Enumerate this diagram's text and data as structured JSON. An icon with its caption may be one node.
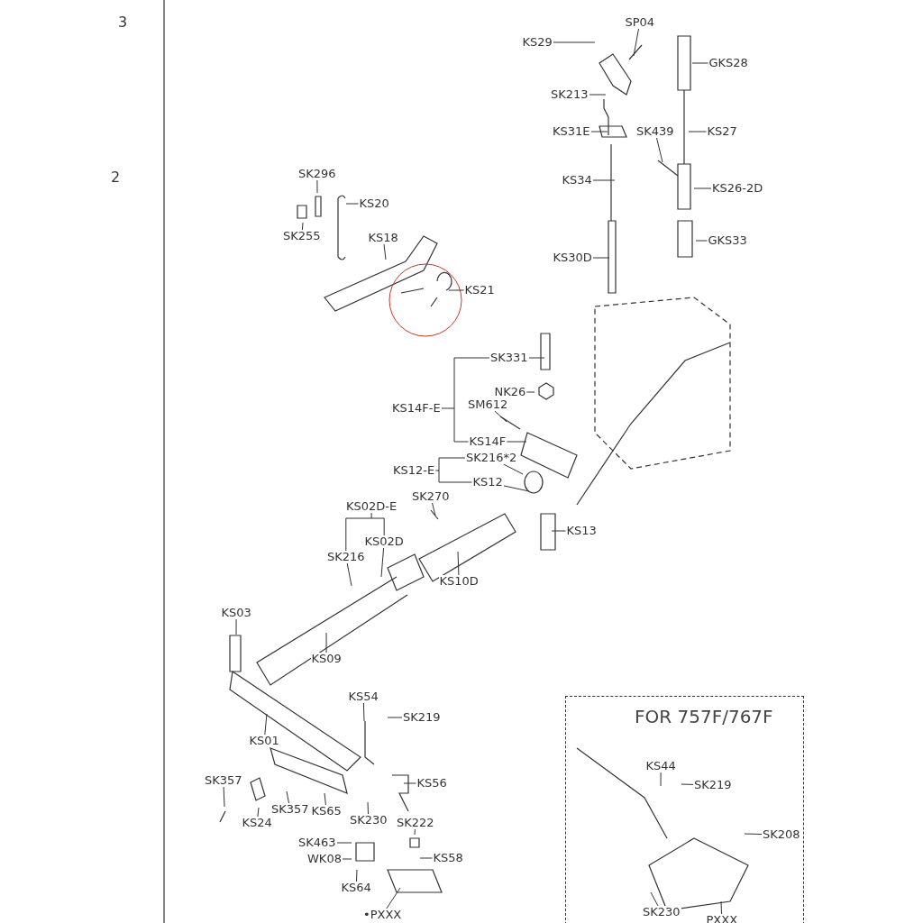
{
  "diagram": {
    "nodes": [
      {
        "text": [
          "SP04"
        ]
      },
      {
        "text": [
          "KS29"
        ]
      },
      {
        "text": [
          "GKS28"
        ]
      },
      {
        "text": [
          "SK213"
        ]
      },
      {
        "text": [
          "KS31E"
        ]
      },
      {
        "text": [
          "SK439"
        ]
      },
      {
        "text": [
          "KS27"
        ]
      },
      {
        "text": [
          "KS34"
        ]
      },
      {
        "text": [
          "KS26-2D"
        ]
      },
      {
        "text": [
          "SK296"
        ]
      },
      {
        "text": [
          "KS20"
        ]
      },
      {
        "text": [
          "SK255"
        ]
      },
      {
        "text": [
          "KS18"
        ]
      },
      {
        "text": [
          "GKS33"
        ]
      },
      {
        "text": [
          "KS30D"
        ]
      },
      {
        "text": [
          "KS21"
        ]
      },
      {
        "text": [
          "SK331"
        ]
      },
      {
        "text": [
          "KS14F-E"
        ]
      },
      {
        "text": [
          "NK26"
        ]
      },
      {
        "text": [
          "SM612"
        ]
      },
      {
        "text": [
          "KS14F"
        ]
      },
      {
        "text": [
          "SK216*2"
        ]
      },
      {
        "text": [
          "KS12-E"
        ]
      },
      {
        "text": [
          "KS12"
        ]
      },
      {
        "text": [
          "SK270"
        ]
      },
      {
        "text": [
          "KS02D-E"
        ]
      },
      {
        "text": [
          "SK216"
        ]
      },
      {
        "text": [
          "KS02D"
        ]
      },
      {
        "text": [
          "KS13"
        ]
      },
      {
        "text": [
          "KS10D"
        ]
      },
      {
        "text": [
          "KS03"
        ]
      },
      {
        "text": [
          "KS09"
        ]
      },
      {
        "text": [
          "KS54"
        ]
      },
      {
        "text": [
          "SK219"
        ]
      },
      {
        "text": [
          "KS01"
        ]
      },
      {
        "text": [
          "SK357"
        ]
      },
      {
        "text": [
          "KS56"
        ]
      },
      {
        "text": [
          "SK357"
        ]
      },
      {
        "text": [
          "KS65"
        ]
      },
      {
        "text": [
          "KS24"
        ]
      },
      {
        "text": [
          "SK230"
        ]
      },
      {
        "text": [
          "SK222"
        ]
      },
      {
        "text": [
          "SK463"
        ]
      },
      {
        "text": [
          "KS58"
        ]
      },
      {
        "text": [
          "WK08"
        ]
      },
      {
        "text": [
          "KS64"
        ]
      },
      {
        "text": [
          "•PXXX"
        ]
      },
      {
        "text": [
          "FOR 757F/767F"
        ]
      },
      {
        "text": [
          "KS44"
        ],
        "in": 47
      },
      {
        "text": [
          "SK219"
        ],
        "in": 47
      },
      {
        "text": [
          "SK208"
        ],
        "in": 47
      },
      {
        "text": [
          "SK230"
        ],
        "in": 47
      },
      {
        "text": [
          "PXXX"
        ],
        "in": 47
      }
    ],
    "edges": [
      {
        "from": 0,
        "to": null,
        "arrow": "none"
      },
      {
        "from": 1,
        "to": null,
        "arrow": "none"
      },
      {
        "from": 2,
        "to": null,
        "arrow": "none"
      },
      {
        "from": 3,
        "to": null,
        "arrow": "none"
      },
      {
        "from": 4,
        "to": null,
        "arrow": "none"
      },
      {
        "from": 5,
        "to": null,
        "arrow": "none"
      },
      {
        "from": 6,
        "to": null,
        "arrow": "none"
      },
      {
        "from": 7,
        "to": null,
        "arrow": "none"
      },
      {
        "from": 8,
        "to": null,
        "arrow": "none"
      },
      {
        "from": 9,
        "to": null,
        "arrow": "none"
      },
      {
        "from": 10,
        "to": null,
        "arrow": "none"
      },
      {
        "from": 11,
        "to": null,
        "arrow": "none"
      },
      {
        "from": 12,
        "to": null,
        "arrow": "none"
      },
      {
        "from": 13,
        "to": null,
        "arrow": "none"
      },
      {
        "from": 14,
        "to": null,
        "arrow": "none"
      },
      {
        "from": 15,
        "to": null,
        "arrow": "none"
      },
      {
        "from": 16,
        "to": null,
        "arrow": "none"
      },
      {
        "from": 18,
        "to": null,
        "arrow": "none"
      },
      {
        "from": 19,
        "to": null,
        "arrow": "none"
      },
      {
        "from": 20,
        "to": null,
        "arrow": "none"
      },
      {
        "from": 21,
        "to": null,
        "arrow": "none"
      },
      {
        "from": 23,
        "to": null,
        "arrow": "none"
      },
      {
        "from": 24,
        "to": null,
        "arrow": "none"
      },
      {
        "from": 26,
        "to": null,
        "arrow": "none"
      },
      {
        "from": 27,
        "to": null,
        "arrow": "none"
      },
      {
        "from": 28,
        "to": null,
        "arrow": "none"
      },
      {
        "from": 29,
        "to": null,
        "arrow": "none"
      },
      {
        "from": 30,
        "to": null,
        "arrow": "none"
      },
      {
        "from": 31,
        "to": null,
        "arrow": "none"
      },
      {
        "from": 32,
        "to": null,
        "arrow": "none"
      },
      {
        "from": 33,
        "to": null,
        "arrow": "none"
      },
      {
        "from": 34,
        "to": null,
        "arrow": "none"
      },
      {
        "from": 35,
        "to": null,
        "arrow": "none"
      },
      {
        "from": 36,
        "to": null,
        "arrow": "none"
      },
      {
        "from": 37,
        "to": null,
        "arrow": "none"
      },
      {
        "from": 38,
        "to": null,
        "arrow": "none"
      },
      {
        "from": 39,
        "to": null,
        "arrow": "none"
      },
      {
        "from": 40,
        "to": null,
        "arrow": "none"
      },
      {
        "from": 41,
        "to": null,
        "arrow": "none"
      },
      {
        "from": 42,
        "to": null,
        "arrow": "none"
      },
      {
        "from": 43,
        "to": null,
        "arrow": "none"
      },
      {
        "from": 44,
        "to": null,
        "arrow": "none"
      },
      {
        "from": 45,
        "to": null,
        "arrow": "none"
      },
      {
        "from": 46,
        "to": null,
        "arrow": "none"
      },
      {
        "from": 48,
        "to": null,
        "arrow": "none"
      },
      {
        "from": 49,
        "to": null,
        "arrow": "none"
      },
      {
        "from": 50,
        "to": null,
        "arrow": "none"
      },
      {
        "from": 51,
        "to": null,
        "arrow": "none"
      },
      {
        "from": 52,
        "to": null,
        "arrow": "none"
      }
    ],
    "labels": [
      "3",
      "2"
    ]
  }
}
